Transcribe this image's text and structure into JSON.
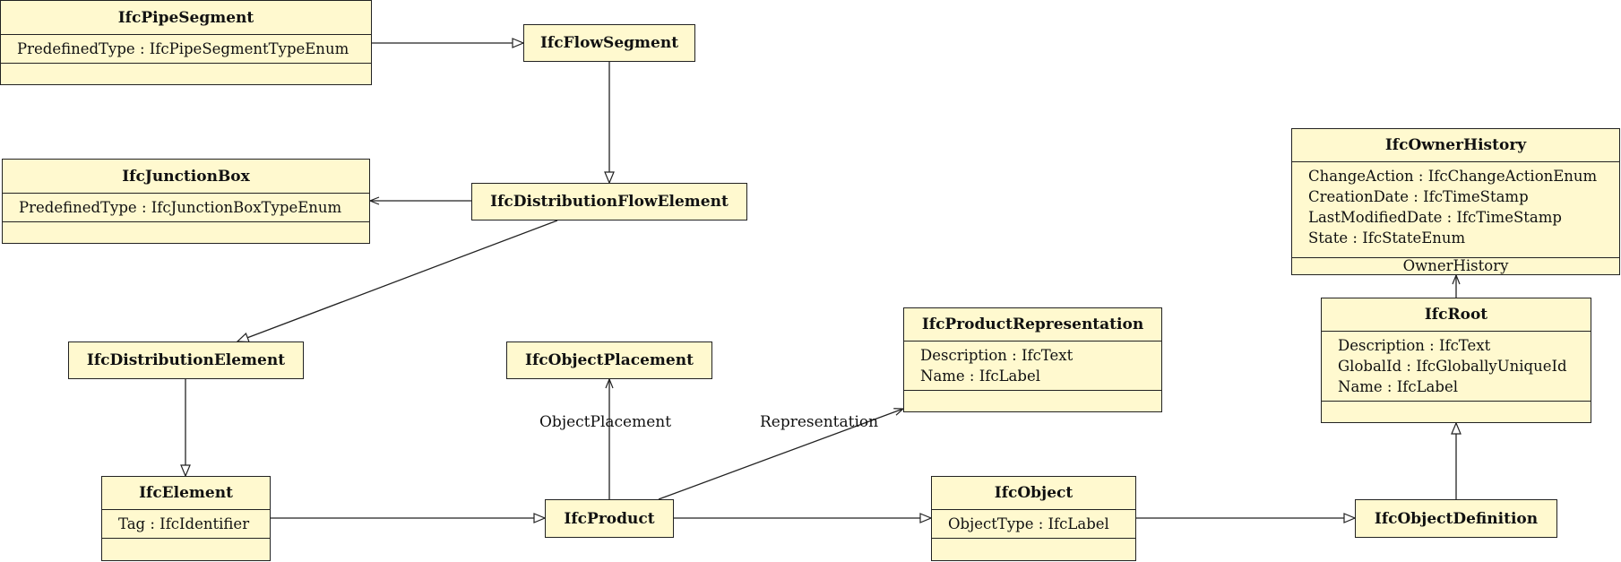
{
  "diagram": {
    "classes": [
      {
        "id": "IfcPipeSegment",
        "name": "IfcPipeSegment",
        "attributes": [
          "PredefinedType : IfcPipeSegmentTypeEnum"
        ]
      },
      {
        "id": "IfcFlowSegment",
        "name": "IfcFlowSegment",
        "attributes": []
      },
      {
        "id": "IfcJunctionBox",
        "name": "IfcJunctionBox",
        "attributes": [
          "PredefinedType : IfcJunctionBoxTypeEnum"
        ]
      },
      {
        "id": "IfcDistributionFlowElement",
        "name": "IfcDistributionFlowElement",
        "attributes": []
      },
      {
        "id": "IfcOwnerHistory",
        "name": "IfcOwnerHistory",
        "attributes": [
          "ChangeAction : IfcChangeActionEnum",
          "CreationDate : IfcTimeStamp",
          "LastModifiedDate : IfcTimeStamp",
          "State : IfcStateEnum"
        ],
        "footer": "OwnerHistory"
      },
      {
        "id": "IfcProductRepresentation",
        "name": "IfcProductRepresentation",
        "attributes": [
          "Description : IfcText",
          "Name : IfcLabel"
        ]
      },
      {
        "id": "IfcRoot",
        "name": "IfcRoot",
        "attributes": [
          "Description : IfcText",
          "GlobalId : IfcGloballyUniqueId",
          "Name : IfcLabel"
        ]
      },
      {
        "id": "IfcDistributionElement",
        "name": "IfcDistributionElement",
        "attributes": []
      },
      {
        "id": "IfcObjectPlacement",
        "name": "IfcObjectPlacement",
        "attributes": []
      },
      {
        "id": "IfcElement",
        "name": "IfcElement",
        "attributes": [
          "Tag : IfcIdentifier"
        ]
      },
      {
        "id": "IfcProduct",
        "name": "IfcProduct",
        "attributes": []
      },
      {
        "id": "IfcObject",
        "name": "IfcObject",
        "attributes": [
          "ObjectType : IfcLabel"
        ]
      },
      {
        "id": "IfcObjectDefinition",
        "name": "IfcObjectDefinition",
        "attributes": []
      }
    ],
    "relations": [
      {
        "from": "IfcPipeSegment",
        "to": "IfcFlowSegment",
        "kind": "generalization"
      },
      {
        "from": "IfcFlowSegment",
        "to": "IfcDistributionFlowElement",
        "kind": "generalization"
      },
      {
        "from": "IfcDistributionFlowElement",
        "to": "IfcJunctionBox",
        "kind": "association"
      },
      {
        "from": "IfcDistributionFlowElement",
        "to": "IfcDistributionElement",
        "kind": "generalization"
      },
      {
        "from": "IfcDistributionElement",
        "to": "IfcElement",
        "kind": "generalization"
      },
      {
        "from": "IfcElement",
        "to": "IfcProduct",
        "kind": "generalization"
      },
      {
        "from": "IfcProduct",
        "to": "IfcObjectPlacement",
        "kind": "association",
        "label": "ObjectPlacement"
      },
      {
        "from": "IfcProduct",
        "to": "IfcProductRepresentation",
        "kind": "association",
        "label": "Representation"
      },
      {
        "from": "IfcProduct",
        "to": "IfcObject",
        "kind": "generalization"
      },
      {
        "from": "IfcObject",
        "to": "IfcObjectDefinition",
        "kind": "generalization"
      },
      {
        "from": "IfcObjectDefinition",
        "to": "IfcRoot",
        "kind": "generalization"
      },
      {
        "from": "IfcRoot",
        "to": "IfcOwnerHistory",
        "kind": "association"
      }
    ]
  }
}
